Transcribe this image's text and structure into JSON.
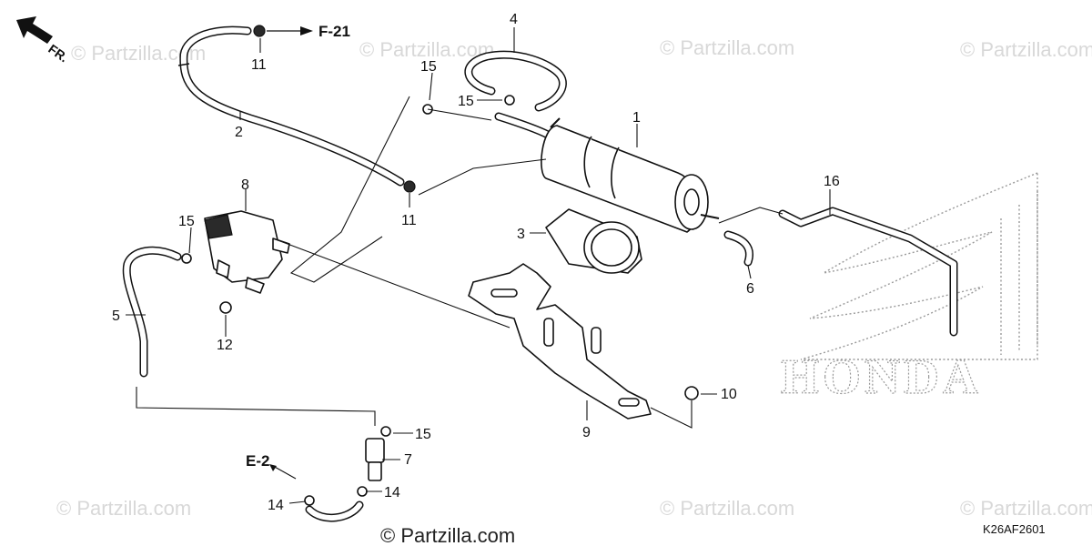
{
  "watermark": "© Partzilla.com",
  "watermark_main": "© Partzilla.com",
  "diagram_code": "K26AF2601",
  "brand_text": "HONDA",
  "direction_label": "FR.",
  "refs": {
    "f21": "F-21",
    "e2": "E-2"
  },
  "callouts": {
    "p1": "1",
    "p2": "2",
    "p3": "3",
    "p4": "4",
    "p5": "5",
    "p6": "6",
    "p7": "7",
    "p8": "8",
    "p9": "9",
    "p10": "10",
    "p11a": "11",
    "p11b": "11",
    "p12": "12",
    "p14a": "14",
    "p14b": "14",
    "p15a": "15",
    "p15b": "15",
    "p15c": "15",
    "p15d": "15",
    "p16": "16"
  }
}
